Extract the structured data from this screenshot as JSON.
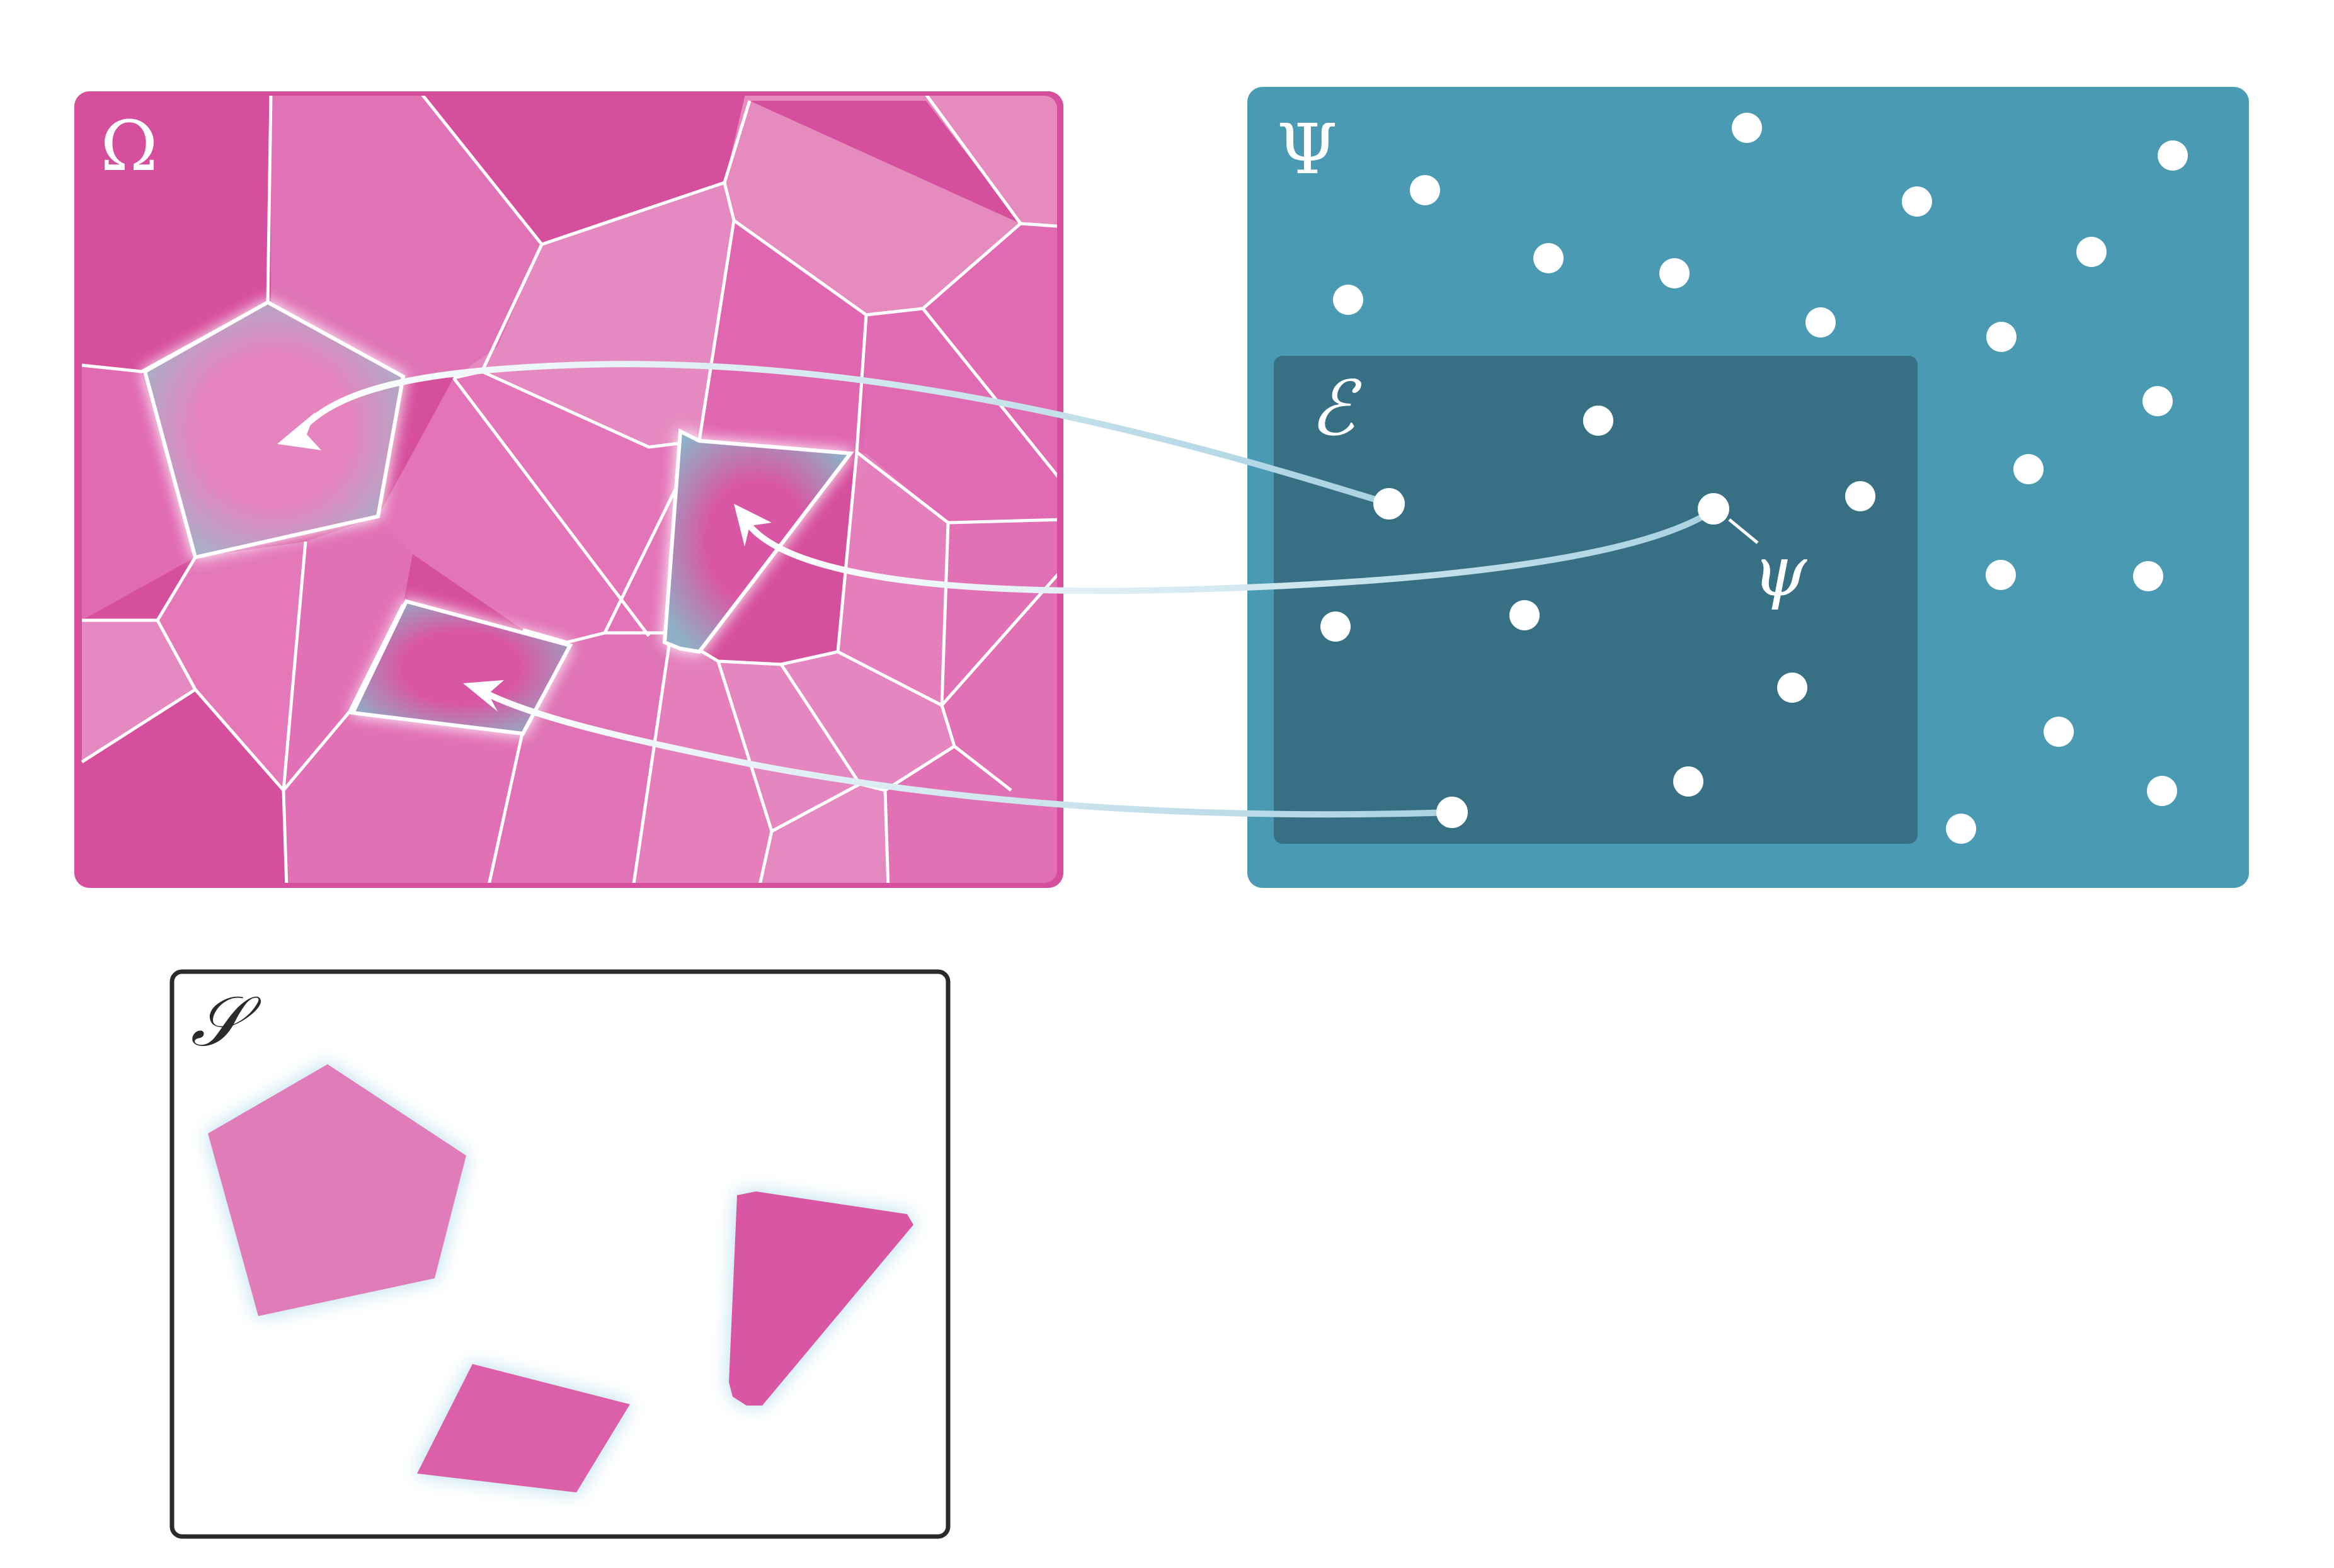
{
  "panels": {
    "omega": {
      "label": "Ω",
      "color": "#d9509f"
    },
    "psi": {
      "label": "Ψ",
      "color": "#4a9ab4"
    },
    "environment": {
      "label": "ℰ",
      "color": "#377085"
    },
    "selected": {
      "label": "𝒮",
      "border_color": "#2a2a2a"
    }
  },
  "point_label": "ψ",
  "colors": {
    "cell_light": "#e58ac0",
    "cell_mid": "#e06bb2",
    "cell_dark": "#d64f9c",
    "cell_edge": "#ffffff",
    "point": "#ffffff",
    "arrow_start": "#a8d2e0",
    "arrow_end": "#ffffff",
    "glow": "#bfe3ef"
  },
  "mappings": [
    {
      "from": "point-A",
      "to": "selected-cell-pentagon"
    },
    {
      "from": "point-psi",
      "to": "selected-cell-trapezoid"
    },
    {
      "from": "point-B",
      "to": "selected-cell-quad"
    }
  ]
}
